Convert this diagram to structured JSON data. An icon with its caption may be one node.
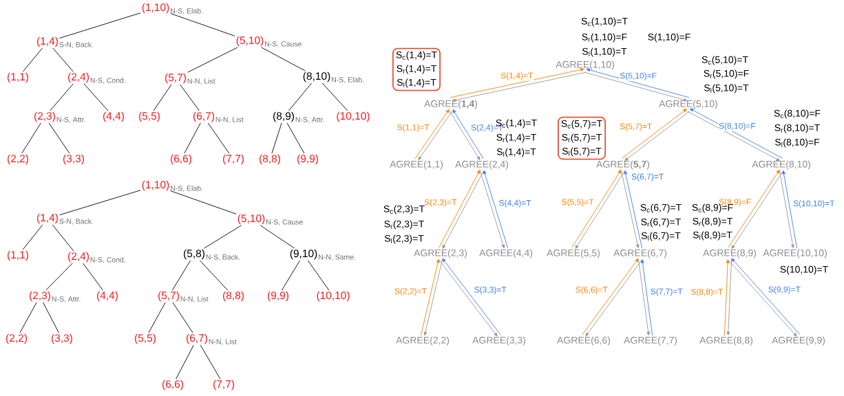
{
  "diagram": {
    "nodes": [
      {
        "text": [
          "(1,10)",
          "N-S, Elab."
        ]
      },
      {
        "text": [
          "(1,4)",
          "S-N, Back."
        ]
      },
      {
        "text": [
          "(5,10)",
          "N-S, Cause"
        ]
      },
      {
        "text": [
          "(1,1)"
        ]
      },
      {
        "text": [
          "(2,4)",
          "N-S, Cond."
        ]
      },
      {
        "text": [
          "(5,7)",
          "N-N, List"
        ]
      },
      {
        "text": [
          "(8,10)",
          "N-S, Elab."
        ]
      },
      {
        "text": [
          "(2,3)",
          "N-S, Attr."
        ]
      },
      {
        "text": [
          "(4,4)"
        ]
      },
      {
        "text": [
          "(5,5)"
        ]
      },
      {
        "text": [
          "(6,7)",
          "N-N, List"
        ]
      },
      {
        "text": [
          "(8,9)",
          "N-S, Attr."
        ]
      },
      {
        "text": [
          "(10,10)"
        ]
      },
      {
        "text": [
          "(2,2)"
        ]
      },
      {
        "text": [
          "(3,3)"
        ]
      },
      {
        "text": [
          "(6,6)"
        ]
      },
      {
        "text": [
          "(7,7)"
        ]
      },
      {
        "text": [
          "(8,8)"
        ]
      },
      {
        "text": [
          "(9,9)"
        ]
      },
      {
        "text": [
          "(1,10)",
          "N-S, Elab."
        ]
      },
      {
        "text": [
          "(1,4)",
          "S-N, Back."
        ]
      },
      {
        "text": [
          "(5,10)",
          "N-S, Cause"
        ]
      },
      {
        "text": [
          "(1,1)"
        ]
      },
      {
        "text": [
          "(2,4)",
          "N-S, Cond."
        ]
      },
      {
        "text": [
          "(5,8)",
          "N-S, Back."
        ]
      },
      {
        "text": [
          "(9,10)",
          "N-N, Same."
        ]
      },
      {
        "text": [
          "(2,3)",
          "N-S, Attr."
        ]
      },
      {
        "text": [
          "(4,4)"
        ]
      },
      {
        "text": [
          "(5,7)",
          "N-N, List"
        ]
      },
      {
        "text": [
          "(8,8)"
        ]
      },
      {
        "text": [
          "(9,9)"
        ]
      },
      {
        "text": [
          "(10,10)"
        ]
      },
      {
        "text": [
          "(2,2)"
        ]
      },
      {
        "text": [
          "(3,3)"
        ]
      },
      {
        "text": [
          "(5,5)"
        ]
      },
      {
        "text": [
          "(6,7)",
          "N-N, List"
        ]
      },
      {
        "text": [
          "(6,6)"
        ]
      },
      {
        "text": [
          "(7,7)"
        ]
      },
      {
        "text": [
          "AGREE(1,10)"
        ]
      },
      {
        "text": [
          "AGREE(**1,4**)"
        ]
      },
      {
        "text": [
          "AGREE(5,10)"
        ]
      },
      {
        "text": [
          "AGREE(1,1)"
        ]
      },
      {
        "text": [
          "AGREE(2,4)"
        ]
      },
      {
        "text": [
          "AGREE(**5,7**)"
        ]
      },
      {
        "text": [
          "AGREE(8,10)"
        ]
      },
      {
        "text": [
          "AGREE(2,3)"
        ]
      },
      {
        "text": [
          "AGREE(4,4)"
        ]
      },
      {
        "text": [
          "AGREE(5,5)"
        ]
      },
      {
        "text": [
          "AGREE(6,7)"
        ]
      },
      {
        "text": [
          "AGREE(8,9)"
        ]
      },
      {
        "text": [
          "AGREE(10,10)"
        ]
      },
      {
        "text": [
          "AGREE(2,2)"
        ]
      },
      {
        "text": [
          "AGREE(3,3)"
        ]
      },
      {
        "text": [
          "AGREE(6,6)"
        ]
      },
      {
        "text": [
          "AGREE(7,7)"
        ]
      },
      {
        "text": [
          "AGREE(8,8)"
        ]
      },
      {
        "text": [
          "AGREE(9,9)"
        ]
      },
      {
        "text": [
          "S$_{c}$(1,4)=T",
          "S$_{r}$(1,4)=T",
          "S$_{l}$(1,4)=T"
        ]
      },
      {
        "text": [
          "S$_{c}$(5,7)=T",
          "S$_{r}$(5,7)=T",
          "S$_{l}$(5,7)=T"
        ]
      }
    ],
    "edges": [
      {
        "from": 0,
        "to": 1,
        "arrow": "none"
      },
      {
        "from": 0,
        "to": 2,
        "arrow": "none"
      },
      {
        "from": 1,
        "to": 3,
        "arrow": "none"
      },
      {
        "from": 1,
        "to": 4,
        "arrow": "none"
      },
      {
        "from": 2,
        "to": 5,
        "arrow": "none"
      },
      {
        "from": 2,
        "to": 6,
        "arrow": "none"
      },
      {
        "from": 4,
        "to": 7,
        "arrow": "none"
      },
      {
        "from": 4,
        "to": 8,
        "arrow": "none"
      },
      {
        "from": 5,
        "to": 9,
        "arrow": "none"
      },
      {
        "from": 5,
        "to": 10,
        "arrow": "none"
      },
      {
        "from": 6,
        "to": 11,
        "arrow": "none"
      },
      {
        "from": 6,
        "to": 12,
        "arrow": "none"
      },
      {
        "from": 7,
        "to": 13,
        "arrow": "none"
      },
      {
        "from": 7,
        "to": 14,
        "arrow": "none"
      },
      {
        "from": 10,
        "to": 15,
        "arrow": "none"
      },
      {
        "from": 10,
        "to": 16,
        "arrow": "none"
      },
      {
        "from": 11,
        "to": 17,
        "arrow": "none"
      },
      {
        "from": 11,
        "to": 18,
        "arrow": "none"
      },
      {
        "from": 19,
        "to": 20,
        "arrow": "none"
      },
      {
        "from": 19,
        "to": 21,
        "arrow": "none"
      },
      {
        "from": 20,
        "to": 22,
        "arrow": "none"
      },
      {
        "from": 20,
        "to": 23,
        "arrow": "none"
      },
      {
        "from": 21,
        "to": 24,
        "arrow": "none"
      },
      {
        "from": 21,
        "to": 25,
        "arrow": "none"
      },
      {
        "from": 23,
        "to": 26,
        "arrow": "none"
      },
      {
        "from": 23,
        "to": 27,
        "arrow": "none"
      },
      {
        "from": 24,
        "to": 28,
        "arrow": "none"
      },
      {
        "from": 24,
        "to": 29,
        "arrow": "none"
      },
      {
        "from": 25,
        "to": 30,
        "arrow": "none"
      },
      {
        "from": 25,
        "to": 31,
        "arrow": "none"
      },
      {
        "from": 26,
        "to": 32,
        "arrow": "none"
      },
      {
        "from": 26,
        "to": 33,
        "arrow": "none"
      },
      {
        "from": 28,
        "to": 34,
        "arrow": "none"
      },
      {
        "from": 28,
        "to": 35,
        "arrow": "none"
      },
      {
        "from": 35,
        "to": 36,
        "arrow": "none"
      },
      {
        "from": 35,
        "to": 37,
        "arrow": "none"
      },
      {
        "from": 39,
        "to": 38,
        "arrow": "to",
        "color": "#ff8000",
        "label": "S(1,4)=T"
      },
      {
        "from": 38,
        "to": 39,
        "arrow": "to",
        "color": "#999999"
      },
      {
        "from": 40,
        "to": 38,
        "arrow": "to",
        "color": "#3d7ef7",
        "label": "S(5,10)=F"
      },
      {
        "from": 38,
        "to": 40,
        "arrow": "to",
        "color": "#999999"
      },
      {
        "from": 41,
        "to": 39,
        "arrow": "to",
        "color": "#ff8000",
        "label": "S(1,1)=T"
      },
      {
        "from": 39,
        "to": 41,
        "arrow": "to",
        "color": "#999999"
      },
      {
        "from": 42,
        "to": 39,
        "arrow": "to",
        "color": "#3d7ef7",
        "label": "S(2,4)=T"
      },
      {
        "from": 39,
        "to": 42,
        "arrow": "to",
        "color": "#999999"
      },
      {
        "from": 43,
        "to": 40,
        "arrow": "to",
        "color": "#ff8000",
        "label": "S(5,7)=T"
      },
      {
        "from": 40,
        "to": 43,
        "arrow": "to",
        "color": "#999999"
      },
      {
        "from": 44,
        "to": 40,
        "arrow": "to",
        "color": "#3d7ef7",
        "label": "S(8,10)=F"
      },
      {
        "from": 40,
        "to": 44,
        "arrow": "to",
        "color": "#999999"
      },
      {
        "from": 45,
        "to": 42,
        "arrow": "to",
        "color": "#ff8000",
        "label": "S(2,3)=T"
      },
      {
        "from": 42,
        "to": 45,
        "arrow": "to",
        "color": "#999999"
      },
      {
        "from": 46,
        "to": 42,
        "arrow": "to",
        "color": "#3d7ef7",
        "label": "S(4,4)=T"
      },
      {
        "from": 42,
        "to": 46,
        "arrow": "to",
        "color": "#999999"
      },
      {
        "from": 47,
        "to": 43,
        "arrow": "to",
        "color": "#ff8000",
        "label": "S(5,5)=T"
      },
      {
        "from": 43,
        "to": 47,
        "arrow": "to",
        "color": "#999999"
      },
      {
        "from": 48,
        "to": 43,
        "arrow": "to",
        "color": "#3d7ef7",
        "label": "S(6,7)=T"
      },
      {
        "from": 43,
        "to": 48,
        "arrow": "to",
        "color": "#999999"
      },
      {
        "from": 49,
        "to": 44,
        "arrow": "to",
        "color": "#ff8000",
        "label": "S(8,9)=F"
      },
      {
        "from": 44,
        "to": 49,
        "arrow": "to",
        "color": "#999999"
      },
      {
        "from": 50,
        "to": 44,
        "arrow": "to",
        "color": "#3d7ef7",
        "label": "S(10,10)=T"
      },
      {
        "from": 44,
        "to": 50,
        "arrow": "to",
        "color": "#999999"
      },
      {
        "from": 51,
        "to": 45,
        "arrow": "to",
        "color": "#ff8000",
        "label": "S(2,2)=T"
      },
      {
        "from": 45,
        "to": 51,
        "arrow": "to",
        "color": "#999999"
      },
      {
        "from": 52,
        "to": 45,
        "arrow": "to",
        "color": "#3d7ef7",
        "label": "S(3,3)=T"
      },
      {
        "from": 45,
        "to": 52,
        "arrow": "to",
        "color": "#999999"
      },
      {
        "from": 53,
        "to": 48,
        "arrow": "to",
        "color": "#ff8000",
        "label": "S(6,6)=T"
      },
      {
        "from": 48,
        "to": 53,
        "arrow": "to",
        "color": "#999999"
      },
      {
        "from": 54,
        "to": 48,
        "arrow": "to",
        "color": "#3d7ef7",
        "label": "S(7,7)=T"
      },
      {
        "from": 48,
        "to": 54,
        "arrow": "to",
        "color": "#999999"
      },
      {
        "from": 55,
        "to": 49,
        "arrow": "to",
        "color": "#ff8000",
        "label": "S(8,8)=T"
      },
      {
        "from": 49,
        "to": 55,
        "arrow": "to",
        "color": "#999999"
      },
      {
        "from": 56,
        "to": 49,
        "arrow": "to",
        "color": "#3d7ef7",
        "label": "S(9,9)=T"
      },
      {
        "from": 49,
        "to": 56,
        "arrow": "to",
        "color": "#999999"
      }
    ],
    "labels": [
      "S$_{c}$(1,10)=T",
      "S$_{r}$(1,10)=F",
      "S$_{l}$(1,10)=T",
      "S(1,10)=F",
      "S$_{c}$(5,10)=T",
      "S$_{r}$(5,10)=F",
      "S$_{l}$(5,10)=T",
      "S$_{c}$(1,4)=T",
      "S$_{r}$(1,4)=T",
      "S$_{l}$(1,4)=T",
      "S$_{c}$(8,10)=F",
      "S$_{r}$(8,10)=T",
      "S$_{l}$(8,10)=F",
      "S$_{c}$(2,3)=T",
      "S$_{r}$(2,3)=T",
      "S$_{l}$(2,3)=T",
      "S$_{c}$(6,7)=T",
      "S$_{r}$(6,7)=T",
      "S$_{l}$(6,7)=T",
      "S$_{c}$(8,9)=F",
      "S$_{r}$(8,9)=T",
      "S$_{l}$(8,9)=T",
      "S(10,10)=T"
    ]
  }
}
